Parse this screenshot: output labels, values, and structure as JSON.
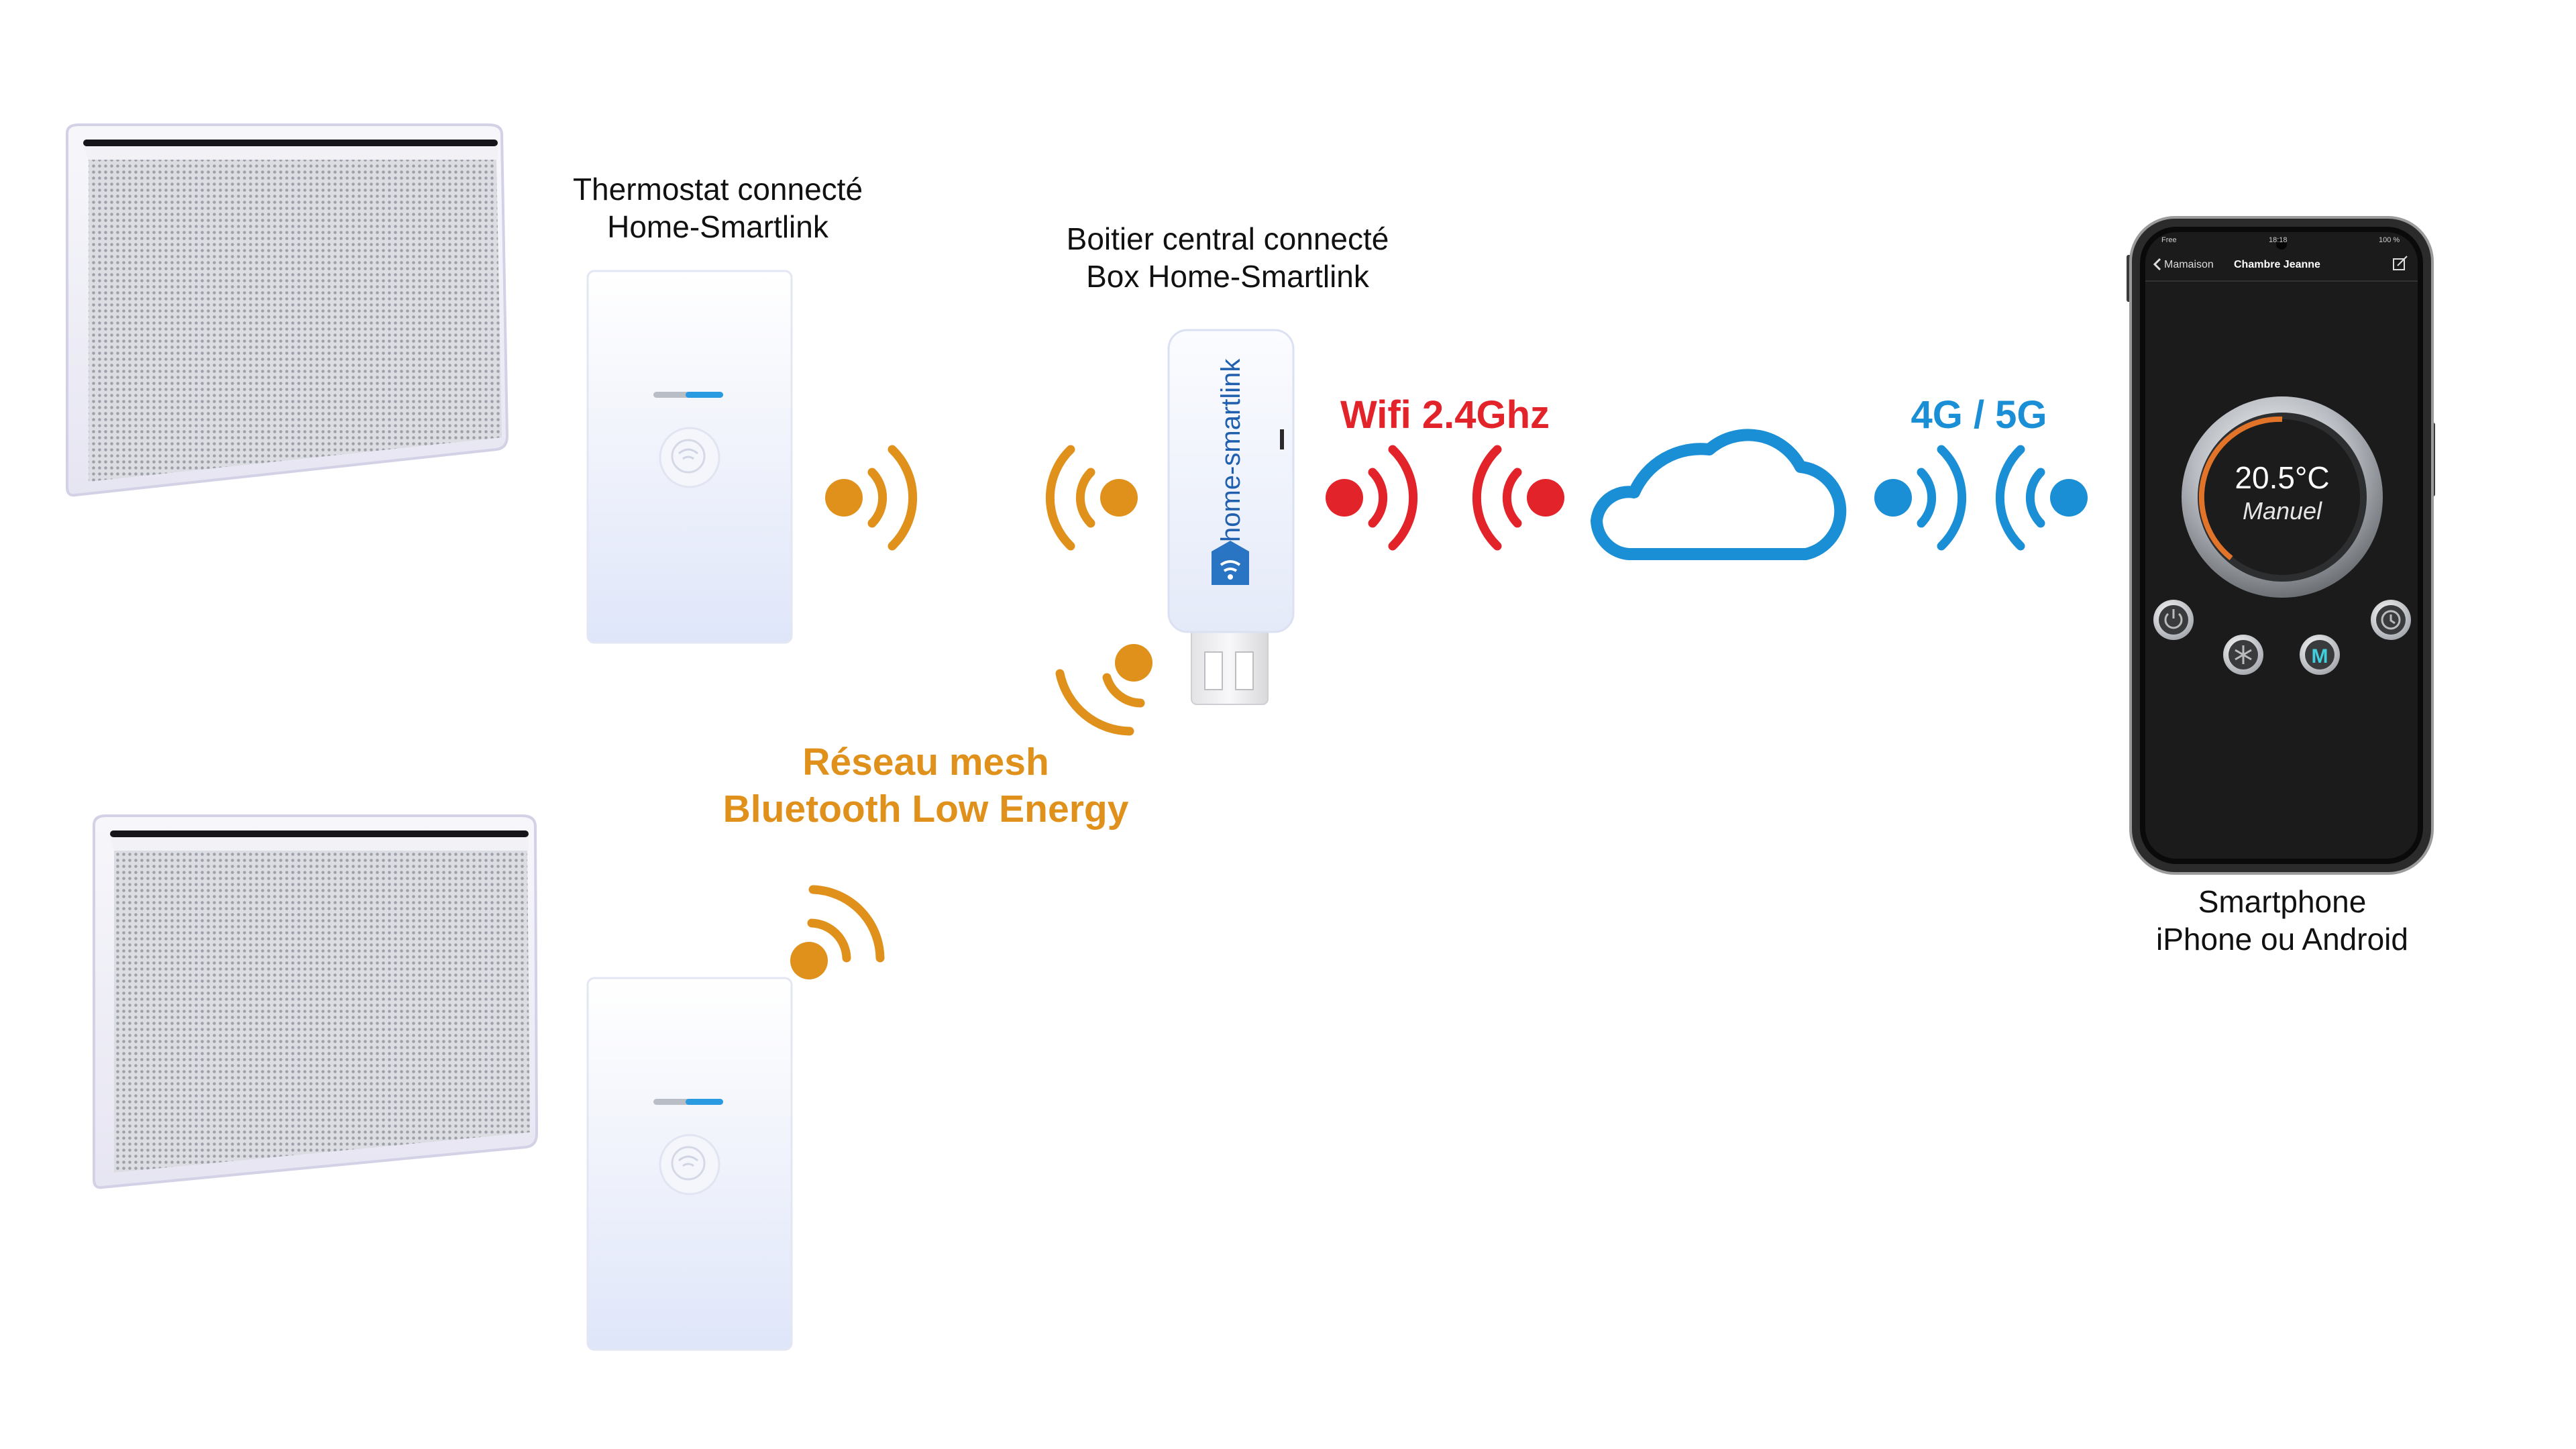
{
  "labels": {
    "thermostat": {
      "line1": "Thermostat connecté",
      "line2": "Home-Smartlink"
    },
    "box": {
      "line1": "Boitier central connecté",
      "line2": "Box Home-Smartlink"
    },
    "smartphone": {
      "line1": "Smartphone",
      "line2": "iPhone ou Android"
    },
    "mesh": {
      "line1": "Réseau mesh",
      "line2": "Bluetooth Low Energy"
    },
    "wifi": "Wifi 2.4Ghz",
    "cellular": "4G / 5G"
  },
  "box_device": {
    "brand_text": "home-smartlink"
  },
  "phone_app": {
    "status_left": "Free",
    "status_center": "18:18",
    "status_right": "100 %",
    "back_label": "Mamaison",
    "room_title": "Chambre Jeanne",
    "temperature": "20.5°C",
    "mode": "Manuel",
    "mode_button": "M"
  },
  "colors": {
    "bluetooth_mesh": "#e0911c",
    "wifi": "#e3232a",
    "cellular": "#1a8fd6",
    "cloud": "#1a8fd6",
    "caption": "#111111",
    "thermostat_led": "#2a9be0",
    "phone_screen": "#1b1b1b"
  },
  "icons": {
    "cloud": "cloud-icon",
    "wireless": "wireless-signal-icon",
    "radiator": "radiator-icon",
    "phone": "smartphone-icon",
    "usb_box": "usb-box-icon",
    "power": "power-icon",
    "snowflake": "snowflake-icon",
    "clock": "clock-icon"
  }
}
